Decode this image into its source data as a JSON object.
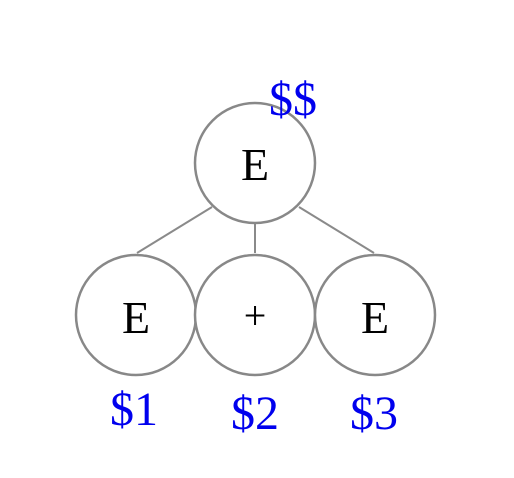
{
  "colors": {
    "edge": "#8a8a8a",
    "node_border": "#888888",
    "node_text": "#000000",
    "annotation": "#0000ee"
  },
  "tree": {
    "root": {
      "label": "E",
      "annotation": "$$"
    },
    "children": [
      {
        "label": "E",
        "annotation": "$1"
      },
      {
        "label": "+",
        "annotation": "$2"
      },
      {
        "label": "E",
        "annotation": "$3"
      }
    ]
  }
}
